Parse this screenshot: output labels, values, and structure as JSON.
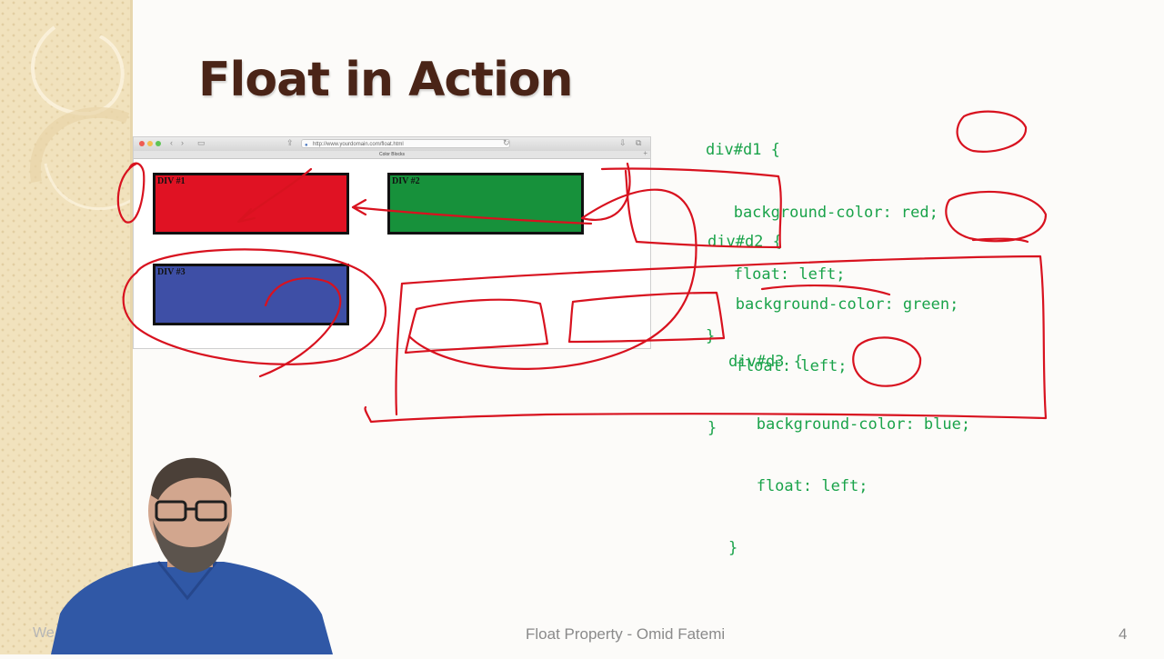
{
  "slide": {
    "title": "Float in Action",
    "footer_left": "We",
    "footer_center": "Float Property - Omid Fatemi",
    "page_number": "4"
  },
  "browser": {
    "url": "http://www.yourdomain.com/float.html",
    "tab_title": "Color Blocks",
    "blocks": [
      {
        "label": "DIV #1",
        "color": "#e01223"
      },
      {
        "label": "DIV #2",
        "color": "#17913b"
      },
      {
        "label": "DIV #3",
        "color": "#3e4fa6"
      }
    ]
  },
  "code": {
    "d1": [
      "div#d1 {",
      "   background-color: red;",
      "   float: left;",
      "}"
    ],
    "d2": [
      "div#d2 {",
      "   background-color: green;",
      "   float: left;",
      "}"
    ],
    "d3": [
      "div#d3 {",
      "   background-color: blue;",
      "   float: left;",
      "}"
    ]
  },
  "colors": {
    "title": "#4a2417",
    "code": "#1aa34a",
    "annotation": "#d8121f",
    "background_band": "#f1e2bd"
  },
  "presenter": {
    "shirt_color": "#3058a6"
  }
}
